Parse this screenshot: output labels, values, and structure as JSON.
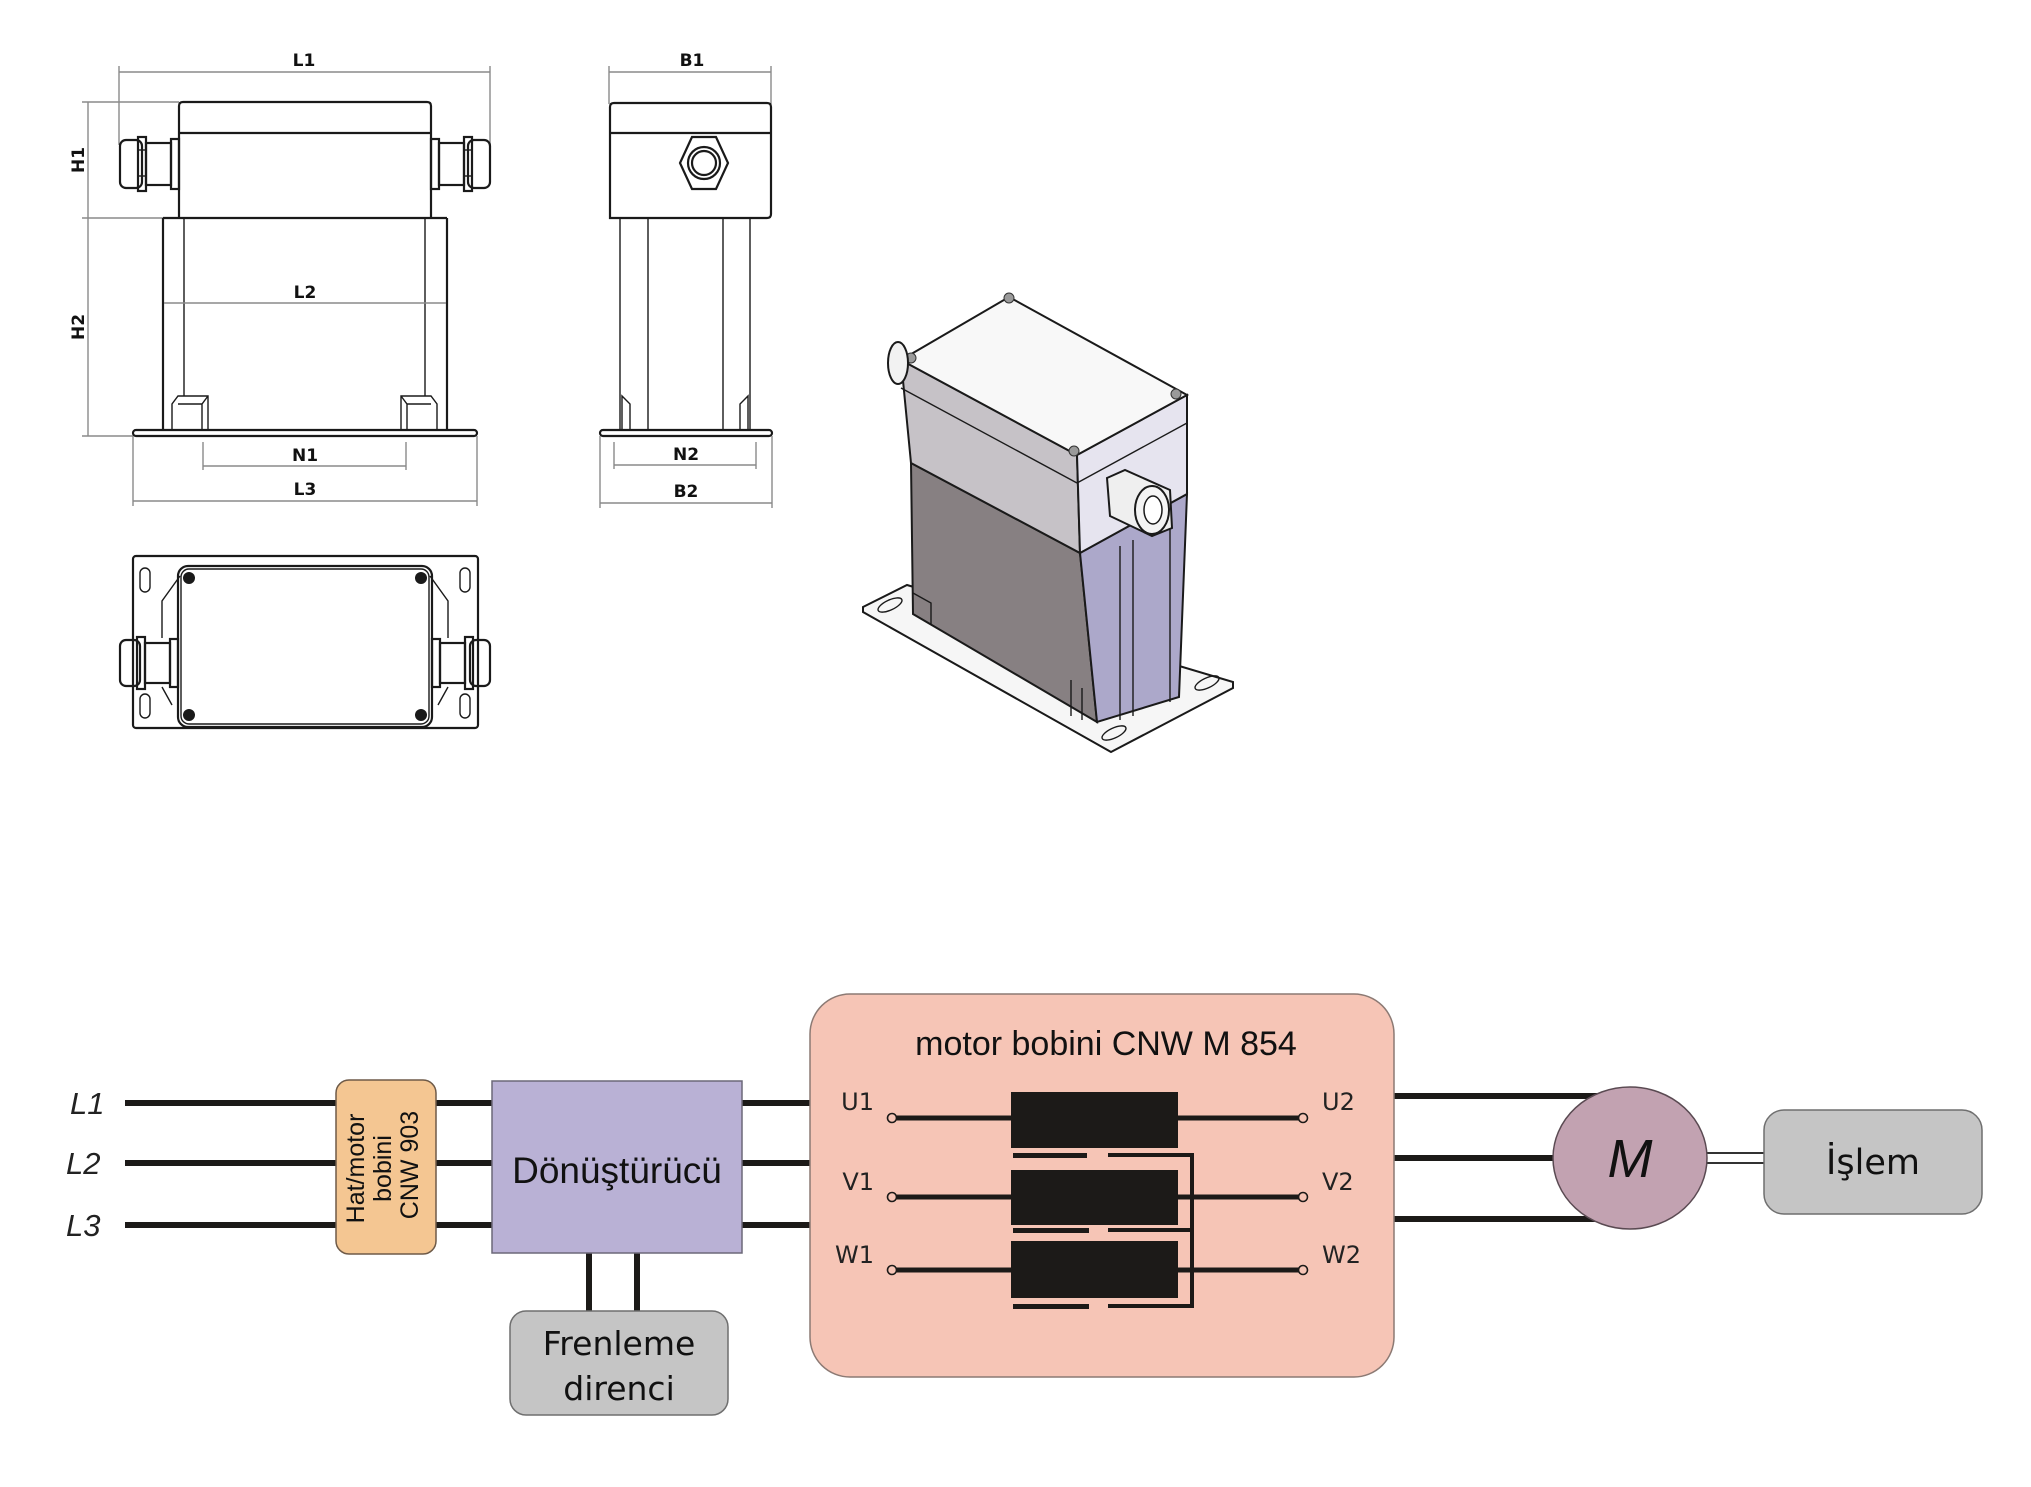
{
  "drawing": {
    "front_view": {
      "dimensions": {
        "L1": "L1",
        "L2": "L2",
        "L3": "L3",
        "N1": "N1",
        "H1": "H1",
        "H2": "H2"
      }
    },
    "side_view": {
      "dimensions": {
        "B1": "B1",
        "B2": "B2",
        "N2": "N2"
      }
    },
    "top_view": {
      "label": ""
    },
    "iso_view": {
      "label": ""
    }
  },
  "schematic": {
    "phases": [
      "L1",
      "L2",
      "L3"
    ],
    "line_choke": {
      "lines": [
        "Hat/motor",
        "bobini",
        "CNW 903"
      ]
    },
    "converter": {
      "label": "Dönüştürücü"
    },
    "brake_resistor": {
      "lines": [
        "Frenleme",
        "direnci"
      ]
    },
    "motor_choke": {
      "title": "motor bobini CNW M 854",
      "inputs": [
        "U1",
        "V1",
        "W1"
      ],
      "outputs": [
        "U2",
        "V2",
        "W2"
      ]
    },
    "motor": {
      "label": "M"
    },
    "process": {
      "label": "İşlem"
    }
  },
  "colors": {
    "line_choke": "#f4c692",
    "converter": "#b9b1d5",
    "motor_choke": "#f6c5b6",
    "motor": "#c2a2b1",
    "grey_box": "#c5c5c5",
    "wire": "#1c1a18"
  }
}
